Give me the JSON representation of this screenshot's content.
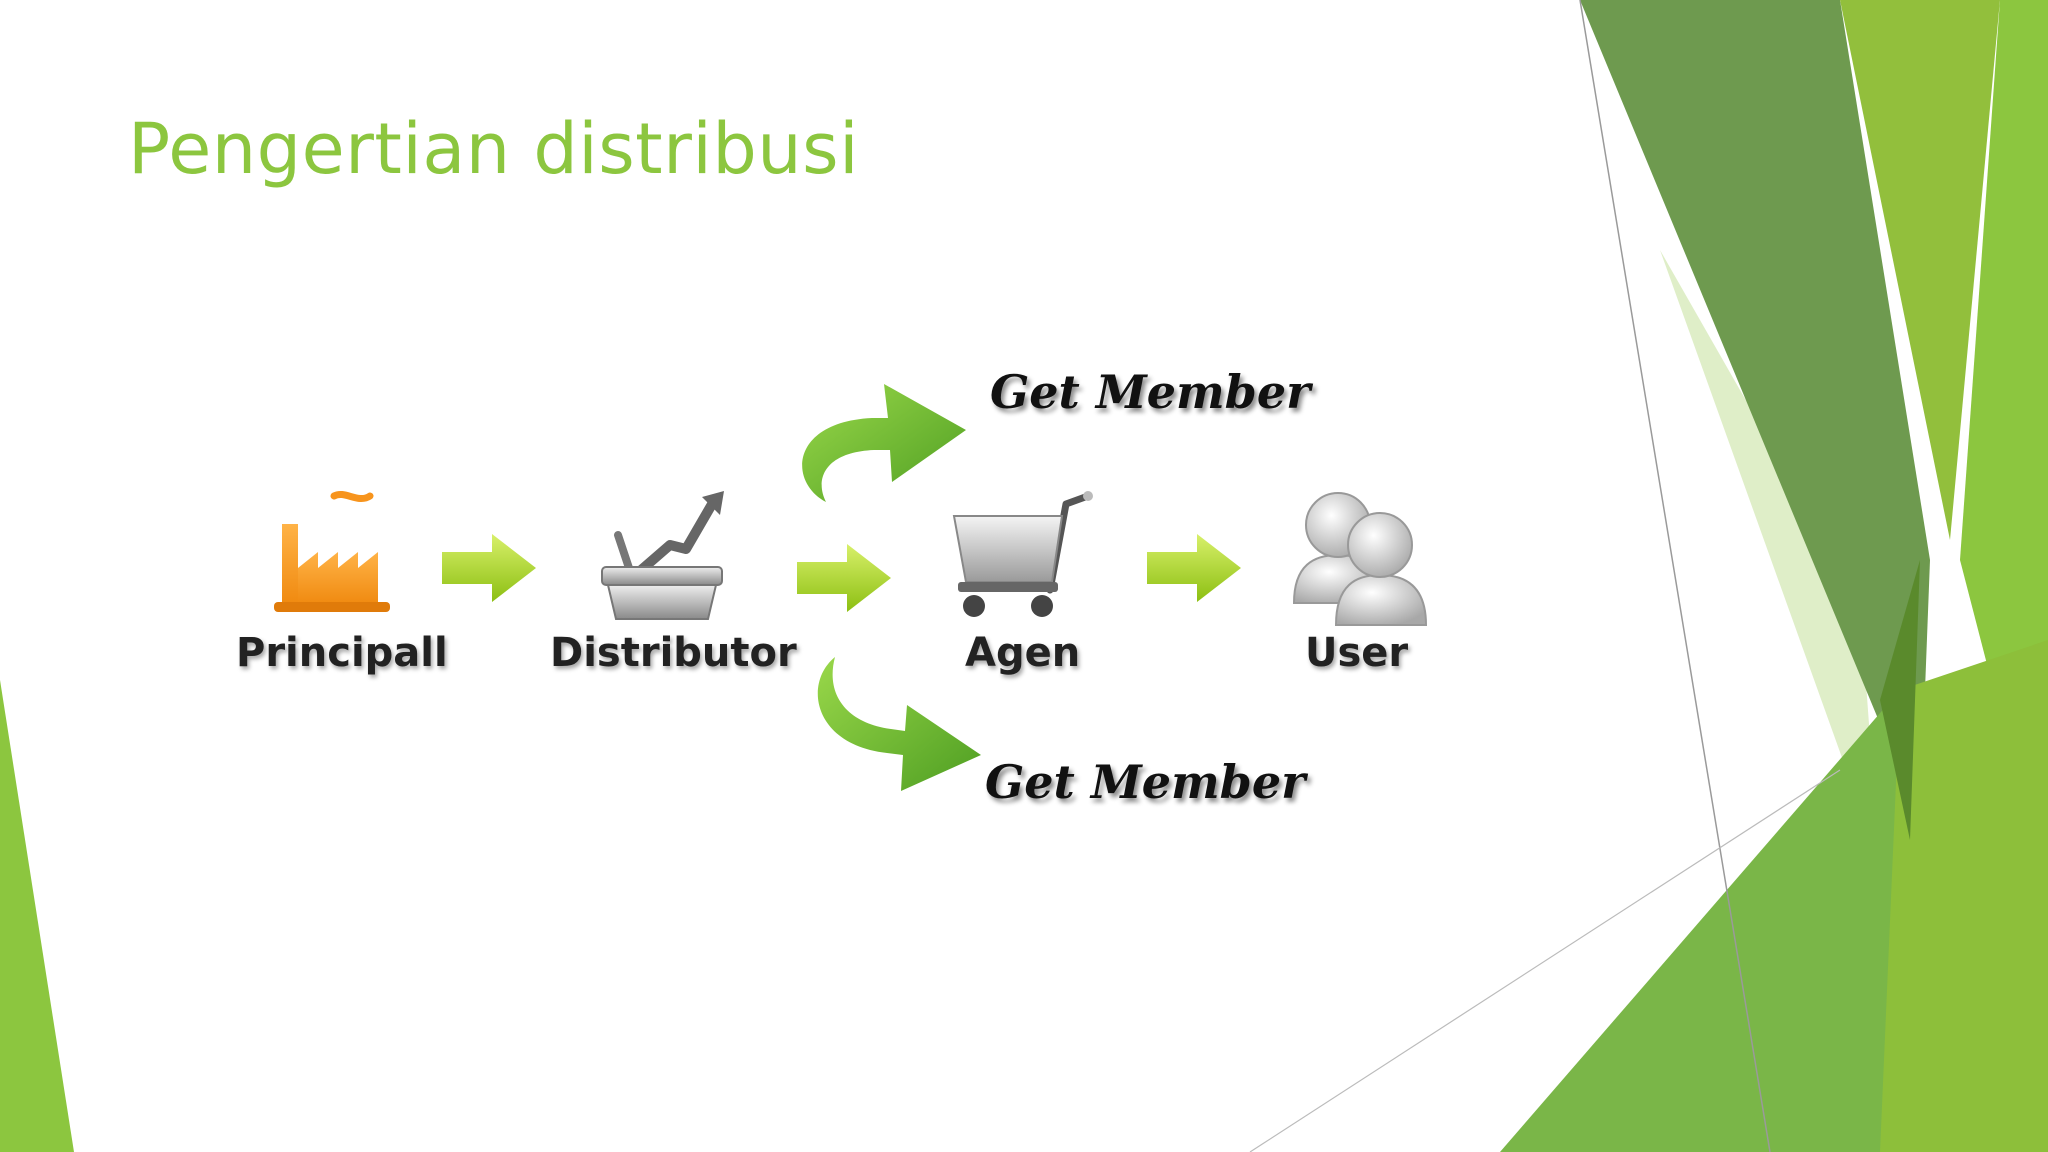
{
  "slide": {
    "title": "Pengertian distribusi"
  },
  "diagram": {
    "nodes": [
      {
        "label": "Principall",
        "icon": "factory-icon"
      },
      {
        "label": "Distributor",
        "icon": "basket-growth-icon"
      },
      {
        "label": "Agen",
        "icon": "shopping-cart-icon"
      },
      {
        "label": "User",
        "icon": "users-icon"
      }
    ],
    "branches": {
      "top": "Get Member",
      "bottom": "Get Member"
    }
  },
  "colors": {
    "title": "#8cc63f",
    "arrow": "#a6d41e",
    "curved_arrow": "#6cbf2e",
    "factory": "#f7941d",
    "deco_dark": "#6e9a4f",
    "deco_light": "#9cc93f"
  }
}
